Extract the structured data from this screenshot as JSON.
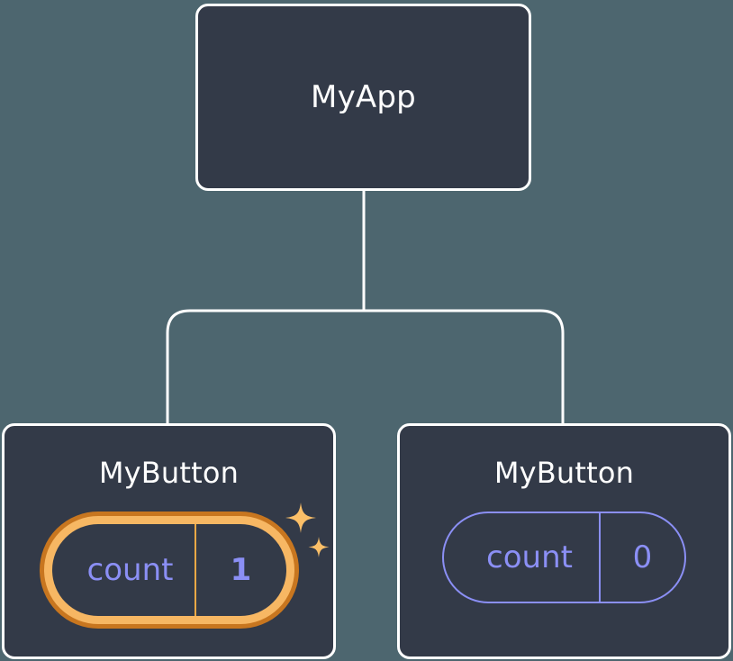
{
  "diagram": {
    "type": "component-tree",
    "title_text": "MyApp",
    "colors": {
      "background": "#4d666f",
      "node_fill": "#333a48",
      "node_border": "#ffffff",
      "connector": "#ffffff",
      "state_text": "#8b8ff5",
      "highlight_outer": "#c8761f",
      "highlight_inner": "#f7b763",
      "sparkle": "#fbbf68"
    },
    "root": {
      "label": "MyApp"
    },
    "children": [
      {
        "label": "MyButton",
        "state": {
          "key": "count",
          "value": "1"
        },
        "highlighted": true,
        "sparkle_icons": [
          "sparkle-large-icon",
          "sparkle-small-icon"
        ]
      },
      {
        "label": "MyButton",
        "state": {
          "key": "count",
          "value": "0"
        },
        "highlighted": false
      }
    ]
  }
}
